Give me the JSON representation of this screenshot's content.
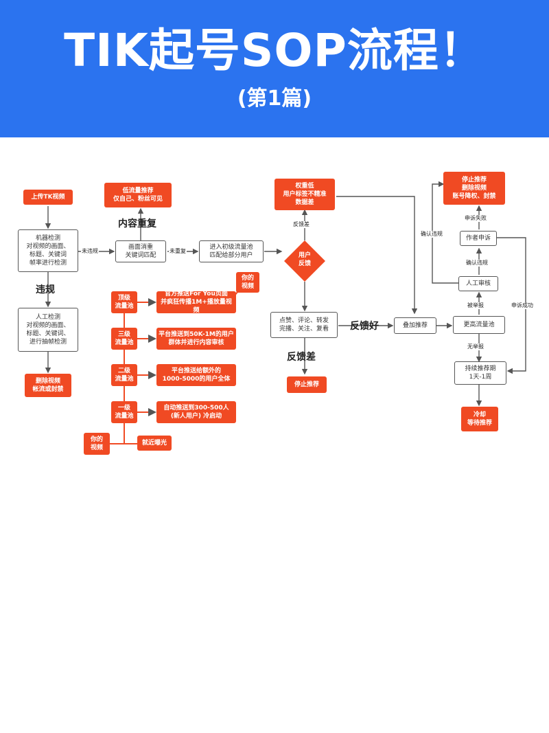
{
  "banner": {
    "title": "TIK起号SOP流程！",
    "subtitle": "(第1篇)"
  },
  "nodes": {
    "upload": "上传TK视频",
    "machine_check": "机器检测\n对视频的画面、\n标题、关键词\n帧率进行检测",
    "violation": "违规",
    "manual_check": "人工检测\n对视频的画面、\n标题、关键词、\n进行抽帧检测",
    "delete_block": "删除视频\n帐流或封禁",
    "not_violation": "未违规",
    "low_flow": "低流量推荐\n仅自己、粉丝可见",
    "content_dup": "内容重复",
    "image_check": "画面消重\n关键词匹配",
    "not_dup": "未重复",
    "initial_pool": "进入初级流量池\n匹配给部分用户",
    "user_feedback": "用户\n反馈",
    "feedback_bad_small": "反馈差",
    "low_weight": "权重低\n用户标签不精准\n数据差",
    "engagement": "点赞、评论、转发\n完播、关注、复看",
    "feedback_good": "反馈好",
    "feedback_bad_big": "反馈差",
    "stop_recommend_1": "停止推荐",
    "stack_recommend": "叠加推荐",
    "higher_pool": "更高流量池",
    "reported": "被举报",
    "manual_review": "人工审核",
    "confirm_violation": "确认违规",
    "author_appeal": "作者申诉",
    "appeal_fail": "申诉失败",
    "stop_recommend_2": "停止推荐\n删除视频\n账号降权、封禁",
    "confirm_violation_2": "确认违规",
    "appeal_success": "申诉成功",
    "no_report": "无举报",
    "sustained": "持续推荐期\n1天-1周",
    "cold": "冷却\n等待推荐"
  },
  "pools": {
    "top": {
      "name": "顶级\n流量池",
      "desc": "官方推送For You页面\n并疯狂传播1M+播放量视频"
    },
    "level3": {
      "name": "三级\n流量池",
      "desc": "平台推送到50K-1M的用户\n群体并进行内容审核"
    },
    "level2": {
      "name": "二级\n流量池",
      "desc": "平台推送给额外的\n1000-5000的用户全体"
    },
    "level1": {
      "name": "一级\n流量池",
      "desc": "自动推送到300-500人\n(新人用户) 冷启动"
    },
    "your_video_top": "你的\n视频",
    "your_video_bottom": "你的\n视频",
    "nearby": "就近曝光"
  },
  "colors": {
    "banner": "#2b73ef",
    "accent": "#f04a23",
    "line": "#555555"
  }
}
